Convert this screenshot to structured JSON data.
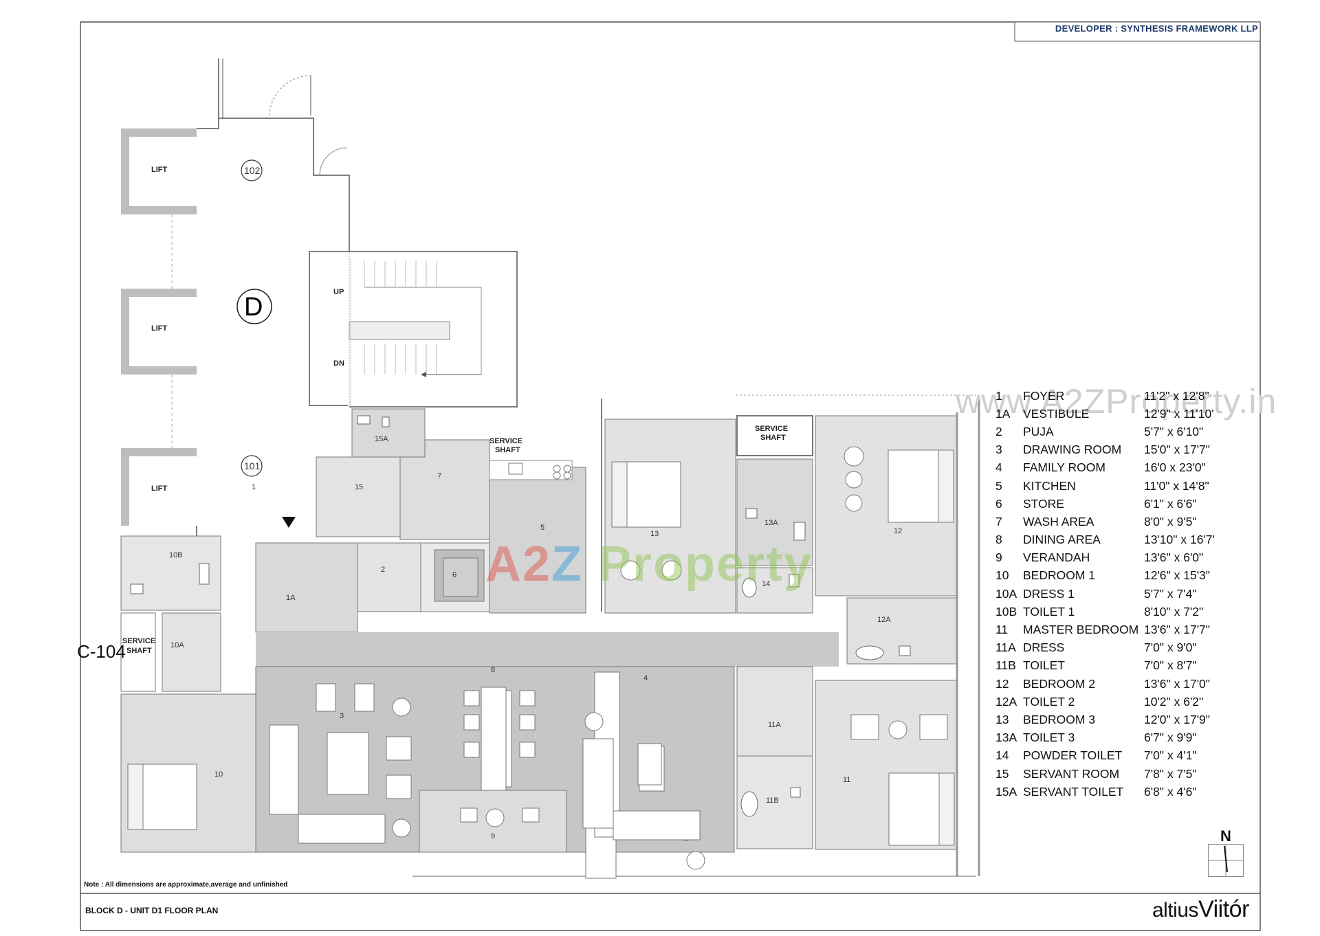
{
  "header": {
    "developer": "DEVELOPER : SYNTHESIS FRAMEWORK LLP"
  },
  "footer": {
    "note": "Note : All dimensions are approximate,average and unfinished",
    "title": "BLOCK D  - UNIT  D1  FLOOR PLAN",
    "brand_a": "altius",
    "brand_b": "Viitór"
  },
  "side_label": "C-104",
  "watermark": "www.A2ZProperty.in",
  "logo": {
    "a": "A",
    "two": "2",
    "z": "Z",
    "rest": " Property"
  },
  "compass": {
    "north": "N"
  },
  "plan_labels": {
    "lift1": "LIFT",
    "lift2": "LIFT",
    "lift3": "LIFT",
    "block": "D",
    "unit_102": "102",
    "unit_101": "101",
    "unit_101_sub": "1",
    "up": "UP",
    "dn": "DN",
    "service_shaft_a": "SERVICE",
    "service_shaft_a2": "SHAFT",
    "service_shaft_b": "SERVICE",
    "service_shaft_b2": "SHAFT",
    "service_shaft_c": "SERVICE",
    "service_shaft_c2": "SHAFT",
    "r15a": "15A",
    "r15": "15",
    "r7": "7",
    "r5": "5",
    "r6": "6",
    "r2": "2",
    "r1a": "1A",
    "r10b": "10B",
    "r10a": "10A",
    "r10": "10",
    "r3": "3",
    "r8": "8",
    "r9": "9",
    "r4": "4",
    "r13": "13",
    "r13a": "13A",
    "r14": "14",
    "r12": "12",
    "r12a": "12A",
    "r11a": "11A",
    "r11b": "11B",
    "r11": "11"
  },
  "legend": [
    {
      "no": "1",
      "room": "FOYER",
      "dim": "11'2\" x 12'8\""
    },
    {
      "no": "1A",
      "room": "VESTIBULE",
      "dim": "12'9\" x 11'10'"
    },
    {
      "no": "2",
      "room": "PUJA",
      "dim": "5'7\" x 6'10\""
    },
    {
      "no": "3",
      "room": "DRAWING ROOM",
      "dim": "15'0\" x 17'7\""
    },
    {
      "no": "4",
      "room": "FAMILY ROOM",
      "dim": "16'0 x 23'0\""
    },
    {
      "no": "5",
      "room": "KITCHEN",
      "dim": "11'0\" x 14'8\""
    },
    {
      "no": "6",
      "room": "STORE",
      "dim": "6'1\" x 6'6\""
    },
    {
      "no": "7",
      "room": "WASH AREA",
      "dim": "8'0\" x 9'5\""
    },
    {
      "no": "8",
      "room": "DINING AREA",
      "dim": "13'10\" x 16'7'"
    },
    {
      "no": "9",
      "room": "VERANDAH",
      "dim": "13'6\" x 6'0\""
    },
    {
      "no": "10",
      "room": "BEDROOM 1",
      "dim": "12'6\" x 15'3\""
    },
    {
      "no": "10A",
      "room": "DRESS 1",
      "dim": "5'7\" x 7'4\""
    },
    {
      "no": "10B",
      "room": "TOILET 1",
      "dim": "8'10\" x 7'2\""
    },
    {
      "no": "11",
      "room": "MASTER BEDROOM",
      "dim": "13'6\" x 17'7\""
    },
    {
      "no": "11A",
      "room": "DRESS",
      "dim": "7'0\" x 9'0\""
    },
    {
      "no": "11B",
      "room": "TOILET",
      "dim": "7'0\" x 8'7\""
    },
    {
      "no": "12",
      "room": "BEDROOM 2",
      "dim": "13'6\" x 17'0\""
    },
    {
      "no": "12A",
      "room": "TOILET 2",
      "dim": "10'2\" x 6'2\""
    },
    {
      "no": "13",
      "room": "BEDROOM 3",
      "dim": "12'0\" x 17'9\""
    },
    {
      "no": "13A",
      "room": "TOILET 3",
      "dim": "6'7\" x 9'9\""
    },
    {
      "no": "14",
      "room": "POWDER TOILET",
      "dim": "7'0\" x 4'1\""
    },
    {
      "no": "15",
      "room": "SERVANT ROOM",
      "dim": "7'8\" x 7'5\""
    },
    {
      "no": "15A",
      "room": "SERVANT TOILET",
      "dim": "6'8\" x 4'6\""
    }
  ]
}
